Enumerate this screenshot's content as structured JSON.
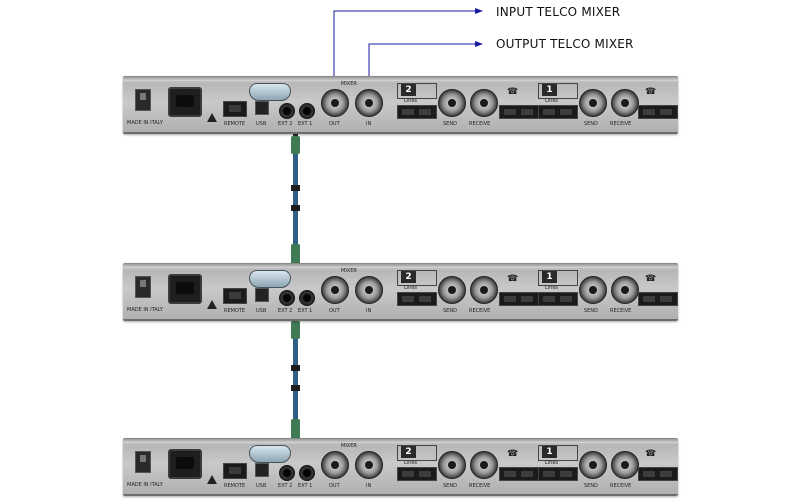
{
  "callouts": {
    "input": "INPUT TELCO MIXER",
    "output": "OUTPUT TELCO MIXER"
  },
  "units": [
    {
      "id": "top"
    },
    {
      "id": "middle"
    },
    {
      "id": "bottom"
    }
  ],
  "panel_labels": {
    "made_in": "MADE IN ITALY",
    "remote": "REMOTE",
    "usb": "USB",
    "ext2": "EXT 2",
    "ext1": "EXT 1",
    "out": "OUT",
    "in": "IN",
    "mixer": "MIXER",
    "line2": "2",
    "line1": "1",
    "lines": "Lines",
    "send": "SEND",
    "receive": "RECEIVE"
  },
  "colors": {
    "arrow": "#1a1aa0",
    "cable_blue": "#2f5f86",
    "cable_dark": "#2a2a2a",
    "cable_green": "#3f7a55"
  }
}
